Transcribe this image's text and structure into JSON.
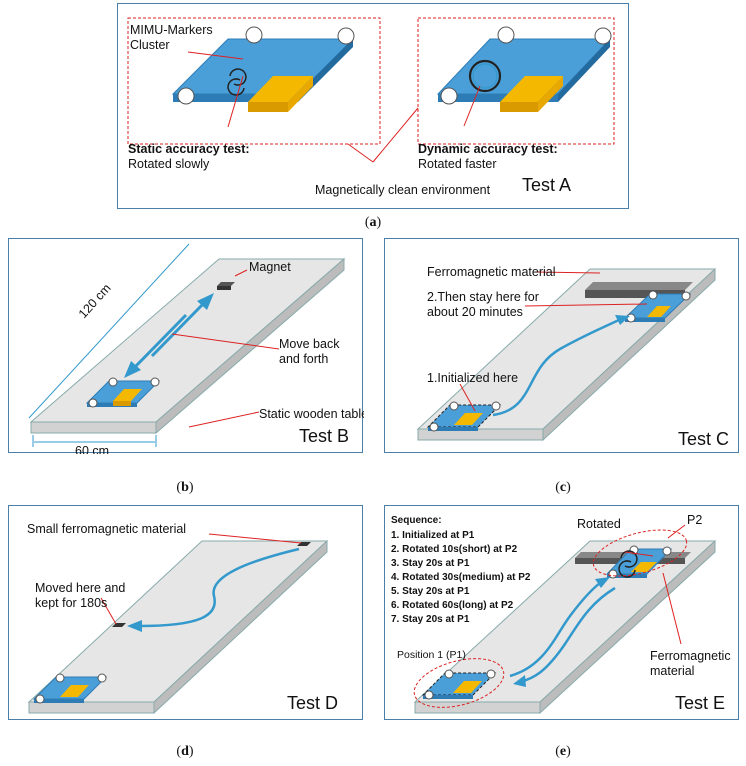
{
  "panel_a": {
    "cluster_label_1": "MIMU-Markers",
    "cluster_label_2": "Cluster",
    "static_title": "Static accuracy test:",
    "static_desc": "Rotated slowly",
    "dynamic_title": "Dynamic accuracy test:",
    "dynamic_desc": "Rotated faster",
    "environment": "Magnetically clean environment",
    "test_name": "Test A",
    "caption": "a"
  },
  "panel_b": {
    "magnet": "Magnet",
    "length": "120 cm",
    "move_1": "Move back",
    "move_2": "and forth",
    "table": "Static wooden table",
    "width": "60 cm",
    "test_name": "Test B",
    "caption": "b"
  },
  "panel_c": {
    "ferro": "Ferromagnetic material",
    "stay_1": "2.Then stay here for",
    "stay_2": "about 20 minutes",
    "init": "1.Initialized here",
    "test_name": "Test C",
    "caption": "c"
  },
  "panel_d": {
    "small_ferro": "Small ferromagnetic material",
    "moved_1": "Moved here and",
    "moved_2": "kept for 180s",
    "test_name": "Test D",
    "caption": "d"
  },
  "panel_e": {
    "sequence_title": "Sequence:",
    "sequence": [
      "1. Initialized at P1",
      "2. Rotated 10s(short) at P2",
      "3. Stay 20s at P1",
      "4. Rotated 30s(medium) at P2",
      "5. Stay 20s at P1",
      "6. Rotated 60s(long) at P2",
      "7. Stay 20s at P1"
    ],
    "rotated": "Rotated",
    "p2": "P2",
    "position1": "Position 1 (P1)",
    "ferro_1": "Ferromagnetic",
    "ferro_2": "material",
    "test_name": "Test E",
    "caption": "e"
  },
  "colors": {
    "board": "#4a9fd8",
    "board_side": "#2e7cb6",
    "block": "#f5b800",
    "table": "#e6e6e6",
    "arrow": "#3399cc",
    "red": "#dd2222"
  }
}
